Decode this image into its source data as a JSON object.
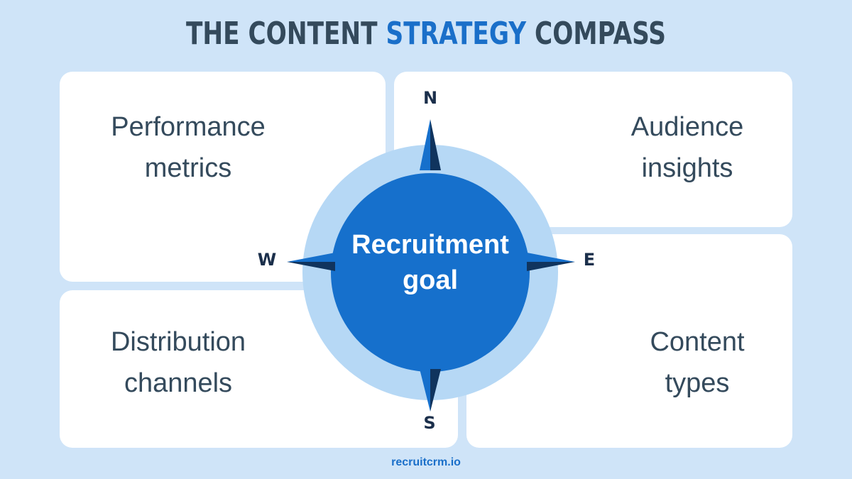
{
  "title": {
    "part1": "THE CONTENT ",
    "accent": "STRATEGY",
    "part2": " COMPASS"
  },
  "quadrants": {
    "top_left": [
      "Performance",
      "metrics"
    ],
    "top_right": [
      "Audience",
      "insights"
    ],
    "bottom_left": [
      "Distribution",
      "channels"
    ],
    "bottom_right": [
      "Content",
      "types"
    ]
  },
  "center": [
    "Recruitment",
    "goal"
  ],
  "directions": {
    "north": "N",
    "east": "E",
    "south": "S",
    "west": "W"
  },
  "footer": "recruitcrm.io",
  "colors": {
    "background": "#cfe4f8",
    "accent": "#1a6fc9",
    "text": "#344a5c",
    "outer_ring": "#b6d8f5",
    "inner_circle": "#1670cc",
    "needle_dark": "#10345e"
  }
}
